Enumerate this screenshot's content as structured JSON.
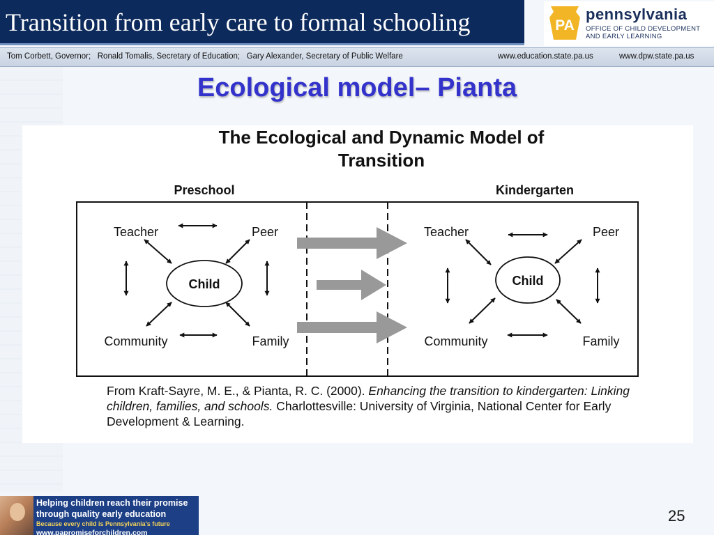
{
  "header": {
    "title": "Transition from early care to formal schooling",
    "logo": {
      "badge_text": "PA",
      "name": "pennsylvania",
      "subtitle_line1": "OFFICE OF CHILD DEVELOPMENT",
      "subtitle_line2": "AND EARLY LEARNING"
    }
  },
  "info_bar": {
    "officials": "Tom Corbett, Governor;   Ronald Tomalis, Secretary of Education;   Gary Alexander, Secretary of Public Welfare",
    "link1": "www.education.state.pa.us",
    "link2": "www.dpw.state.pa.us"
  },
  "slide": {
    "title": "Ecological model– Pianta",
    "page_number": "25"
  },
  "figure": {
    "title_line1": "The Ecological and Dynamic Model of",
    "title_line2": "Transition",
    "left_section": "Preschool",
    "right_section": "Kindergarten",
    "nodes": {
      "teacher": "Teacher",
      "peer": "Peer",
      "child": "Child",
      "community": "Community",
      "family": "Family"
    },
    "citation_plain1": "From Kraft-Sayre, M. E., & Pianta, R. C. (2000). ",
    "citation_italic": "Enhancing the transition to kindergarten: Linking children, families, and schools.",
    "citation_plain2": " Charlottesville: University of Virginia, National Center for Early Development & Learning."
  },
  "banner": {
    "line1": "Helping children reach their promise",
    "line2": "through quality early education",
    "line3": "Because every child is Pennsylvania's future",
    "line4": "www.papromiseforchildren.com"
  },
  "colors": {
    "header_navy": "#0d2a5c",
    "title_blue": "#3333cc",
    "logo_gold": "#f2b526",
    "arrow_gray": "#999999"
  }
}
